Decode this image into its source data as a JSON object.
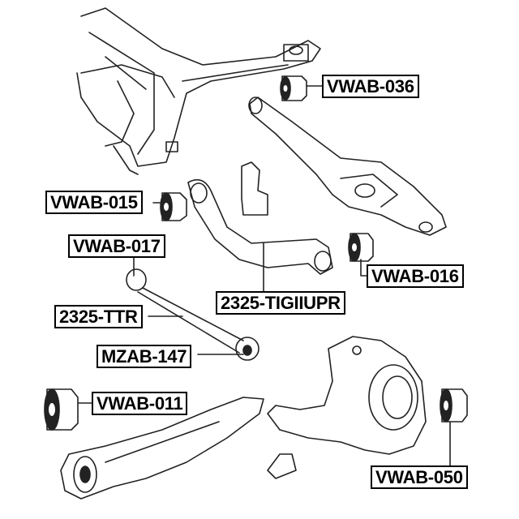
{
  "diagram": {
    "labels": {
      "vwab_036": "VWAB-036",
      "vwab_015": "VWAB-015",
      "vwab_017": "VWAB-017",
      "vwab_016": "VWAB-016",
      "tigiiupr": "2325-TIGIIUPR",
      "ttr": "2325-TTR",
      "mzab_147": "MZAB-147",
      "vwab_011": "VWAB-011",
      "vwab_050": "VWAB-050"
    }
  }
}
